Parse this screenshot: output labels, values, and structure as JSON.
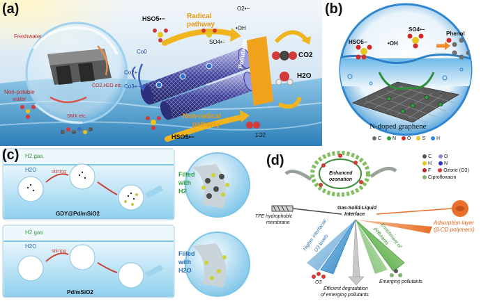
{
  "panel_a": {
    "label": "(a)",
    "freshwater": "Freshwater",
    "non_potable": "Non-potable",
    "water": "water",
    "co2_h2o": "CO2,H2O etc.",
    "smx": "SMX  etc.",
    "co0": "Co0",
    "co2plus": "Co2+",
    "co3plus": "Co3+",
    "hso5_top": "HSO5•−",
    "hso5_bottom": "HSO5•−",
    "radical": "Radical",
    "pathway": "pathway",
    "non_radical": "Non-radical",
    "pathway2": "pathway",
    "o2rad": "O2•−",
    "so4rad": "SO4•−",
    "ohrad": "•OH",
    "pollutants": "Pollutants",
    "co2": "CO2",
    "h2o": "H2O",
    "singlet": "1O2"
  },
  "panel_b": {
    "label": "(b)",
    "hso5": "HSO5−",
    "oh": "•OH",
    "so4": "SO4•−",
    "phenol": "Phenol",
    "title": "N-doped graphene",
    "legend": [
      {
        "symbol": "C",
        "color": "#6e6e6e"
      },
      {
        "symbol": "N",
        "color": "#2f9e3f"
      },
      {
        "symbol": "O",
        "color": "#d62a2a"
      },
      {
        "symbol": "S",
        "color": "#e7c61e"
      },
      {
        "symbol": "H",
        "color": "#2e86de"
      }
    ]
  },
  "panel_c": {
    "label": "(c)",
    "top": {
      "gas": "H2 gas",
      "liquid": "H2O",
      "stirring": "stirring",
      "caption": "GDY@Pd/mSiO2",
      "filled": "Filled",
      "with": "with",
      "medium": "H2"
    },
    "bottom": {
      "gas": "H2 gas",
      "liquid": "H2O",
      "stirring": "stirring",
      "caption": "Pd/mSiO2",
      "filled": "Filled",
      "with": "with",
      "medium": "H2O"
    }
  },
  "panel_d": {
    "label": "(d)",
    "enhanced": "Enhanced",
    "ozonation": "ozonation",
    "interface1": "Gas-Solid-Liquid",
    "interface2": "Interface",
    "tfe1": "TFE hydrophobic",
    "tfe2": "membrane",
    "higher": "Higher interfacial",
    "o3levels": "O3 levels",
    "enrich1": "Enrichment of",
    "enrich2": "pollutants",
    "adsorption1": "Adsorption layer",
    "adsorption2": "(β-CD polymers)",
    "o3": "O3",
    "emerging": "Emerging pollutants",
    "efficient1": "Efficient degradation",
    "efficient2": "of emerging pollutants",
    "legend": [
      {
        "symbol": "C",
        "color": "#555555"
      },
      {
        "symbol": "O",
        "color": "#8a8ad8"
      },
      {
        "symbol": "H",
        "color": "#e7c61e"
      },
      {
        "symbol": "N",
        "color": "#2c35b8"
      },
      {
        "symbol": "F",
        "color": "#b8262a"
      },
      {
        "symbol": "Ozone (O3)",
        "color": "#d43a3a"
      },
      {
        "symbol": "Ciprofloxacin",
        "color": "#7fb56b"
      }
    ]
  }
}
